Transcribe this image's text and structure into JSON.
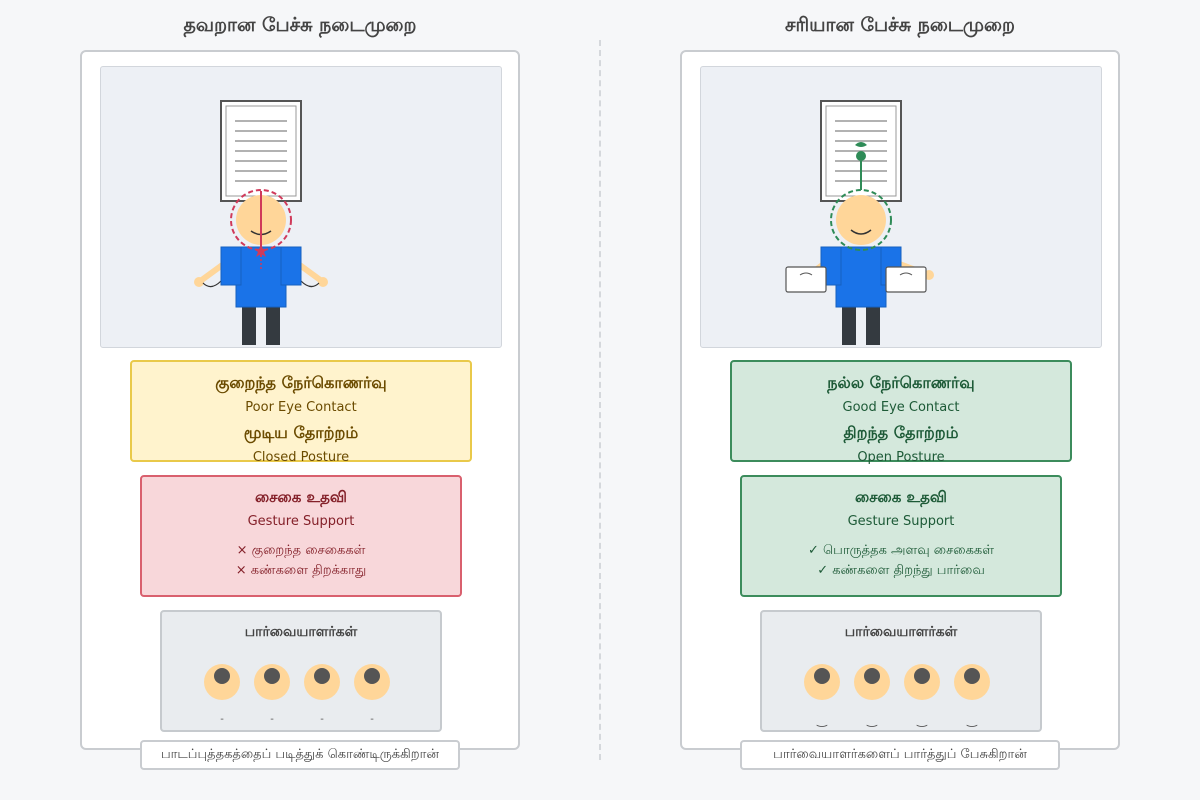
{
  "left": {
    "title": "தவறான பேச்சு நடைமுறை",
    "eye_contact": {
      "tamil": "குறைந்த நேர்கொணர்வு",
      "english": "Poor Eye Contact"
    },
    "posture": {
      "tamil": "மூடிய தோற்றம்",
      "english": "Closed Posture"
    },
    "gesture": {
      "tamil": "சைகை உதவி",
      "english": "Gesture Support",
      "items": [
        "× குறைந்த சைகைகள்",
        "× கண்களை திறக்காது"
      ]
    },
    "audience_title": "பார்வையாளர்கள்",
    "audience_marks": [
      "-",
      "-",
      "-",
      "-"
    ],
    "caption": "பாடப்புத்தகத்தைப் படித்துக் கொண்டிருக்கிறான்",
    "accent": "#d03a5a"
  },
  "right": {
    "title": "சரியான பேச்சு நடைமுறை",
    "eye_contact": {
      "tamil": "நல்ல நேர்கொணர்வு",
      "english": "Good Eye Contact"
    },
    "posture": {
      "tamil": "திறந்த தோற்றம்",
      "english": "Open Posture"
    },
    "gesture": {
      "tamil": "சைகை உதவி",
      "english": "Gesture Support",
      "items": [
        "✓ பொருத்தக அளவு சைகைகள்",
        "✓ கண்களை திறந்து பார்வை"
      ]
    },
    "audience_title": "பார்வையாளர்கள்",
    "audience_marks": [
      "‿",
      "‿",
      "‿",
      "‿"
    ],
    "caption": "பார்வையாளர்களைப் பார்த்துப் பேசுகிறான்",
    "accent": "#2e8b57"
  },
  "colors": {
    "shirt": "#1a73e8",
    "skin": "#ffd699",
    "pants": "#343a40"
  }
}
